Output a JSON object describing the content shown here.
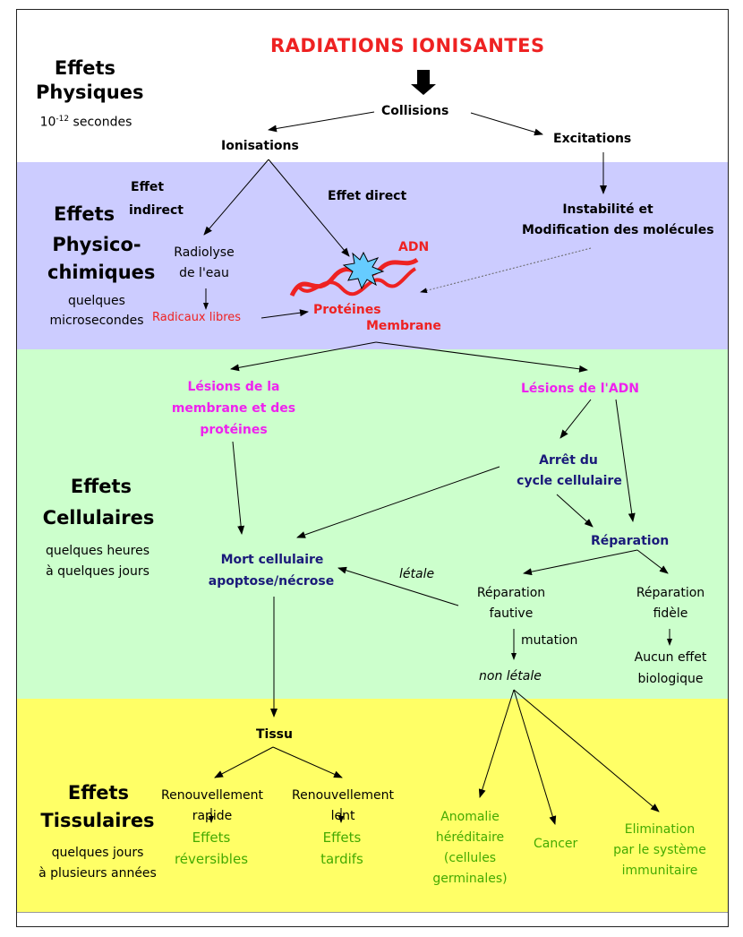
{
  "title": "RADIATIONS IONISANTES",
  "sections": {
    "physique": {
      "heading": [
        "Effets",
        "Physiques"
      ],
      "time_base": "10",
      "time_exp": "-12",
      "time_unit": " secondes"
    },
    "physico": {
      "heading_prefix": "Effets",
      "heading_rest": [
        "Physico-",
        "chimiques"
      ],
      "time": [
        "quelques",
        "microsecondes"
      ]
    },
    "cellulaire": {
      "heading": [
        "Effets",
        "Cellulaires"
      ],
      "time": [
        "quelques heures",
        "à quelques jours"
      ]
    },
    "tissulaire": {
      "heading": [
        "Effets",
        "Tissulaires"
      ],
      "time": [
        "quelques jours",
        "à plusieurs années"
      ]
    }
  },
  "nodes": {
    "collisions": "Collisions",
    "ionisations": "Ionisations",
    "excitations": "Excitations",
    "effet_indirect": [
      "Effet",
      "indirect"
    ],
    "effet_direct": "Effet direct",
    "instabilite": [
      "Instabilité et",
      "Modification des molécules"
    ],
    "radiolyse": [
      "Radiolyse",
      "de l'eau"
    ],
    "adn": "ADN",
    "radicaux": "Radicaux libres",
    "proteines": "Protéines",
    "membrane": "Membrane",
    "lesions_membrane": [
      "Lésions  de la",
      "membrane et des",
      "protéines"
    ],
    "lesions_adn": "Lésions de l'ADN",
    "arret": [
      "Arrêt du",
      "cycle cellulaire"
    ],
    "reparation": "Réparation",
    "mort": [
      "Mort cellulaire",
      "apoptose/nécrose"
    ],
    "letale": "létale",
    "rep_fautive": [
      "Réparation",
      "fautive"
    ],
    "rep_fidele": [
      "Réparation",
      "fidèle"
    ],
    "mutation": "mutation",
    "non_letale": "non létale",
    "aucun_effet": [
      "Aucun effet",
      "biologique"
    ],
    "tissu": "Tissu",
    "renouv_rapide": [
      "Renouvellement",
      "rapide"
    ],
    "renouv_lent": [
      "Renouvellement",
      "lent"
    ],
    "effets_reversibles": [
      "Effets",
      "réversibles"
    ],
    "effets_tardifs": [
      "Effets",
      "tardifs"
    ],
    "anomalie": [
      "Anomalie",
      "héréditaire",
      "(cellules",
      "germinales)"
    ],
    "cancer": "Cancer",
    "elimination": [
      "Elimination",
      "par le système",
      "immunitaire"
    ]
  },
  "colors": {
    "physique_band": "#ffffff",
    "physico_band": "#ccccff",
    "cellulaire_band": "#ccffcc",
    "tissulaire_band": "#ffff66",
    "red": "#ee2222",
    "magenta": "#ee22ee",
    "navy": "#1a1a7a",
    "green": "#44aa00"
  }
}
